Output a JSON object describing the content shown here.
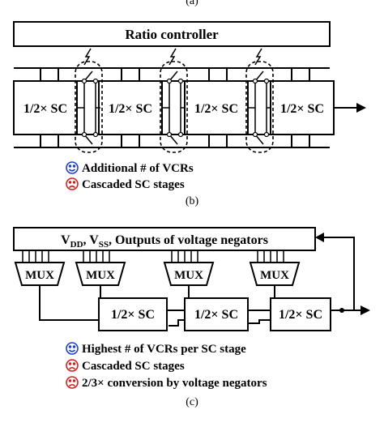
{
  "caption_a": "(a)",
  "panel_b": {
    "controller_label": "Ratio controller",
    "sc_stage_labels": [
      "1/2× SC",
      "1/2× SC",
      "1/2× SC",
      "1/2× SC"
    ],
    "pros": [
      {
        "marker": "happy",
        "text": "Additional # of VCRs"
      }
    ],
    "cons": [
      {
        "marker": "sad",
        "text": "Cascaded SC stages"
      }
    ],
    "caption": "(b)"
  },
  "panel_c": {
    "top_bar_main": "V",
    "top_bar_dd": "DD",
    "top_bar_sep": ", V",
    "top_bar_ss": "SS",
    "top_bar_rest": ", Outputs of voltage negators",
    "mux_labels": [
      "MUX",
      "MUX",
      "MUX",
      "MUX"
    ],
    "sc_stage_labels": [
      "1/2× SC",
      "1/2× SC",
      "1/2× SC"
    ],
    "pros": [
      {
        "marker": "happy",
        "text": "Highest # of VCRs per SC stage"
      }
    ],
    "cons": [
      {
        "marker": "sad",
        "text": "Cascaded SC stages"
      },
      {
        "marker": "sad",
        "text": "2/3× conversion by voltage negators"
      }
    ],
    "caption": "(c)"
  },
  "colors": {
    "happy": "#1f3fc4",
    "sad": "#d22020",
    "ink": "#000000"
  }
}
